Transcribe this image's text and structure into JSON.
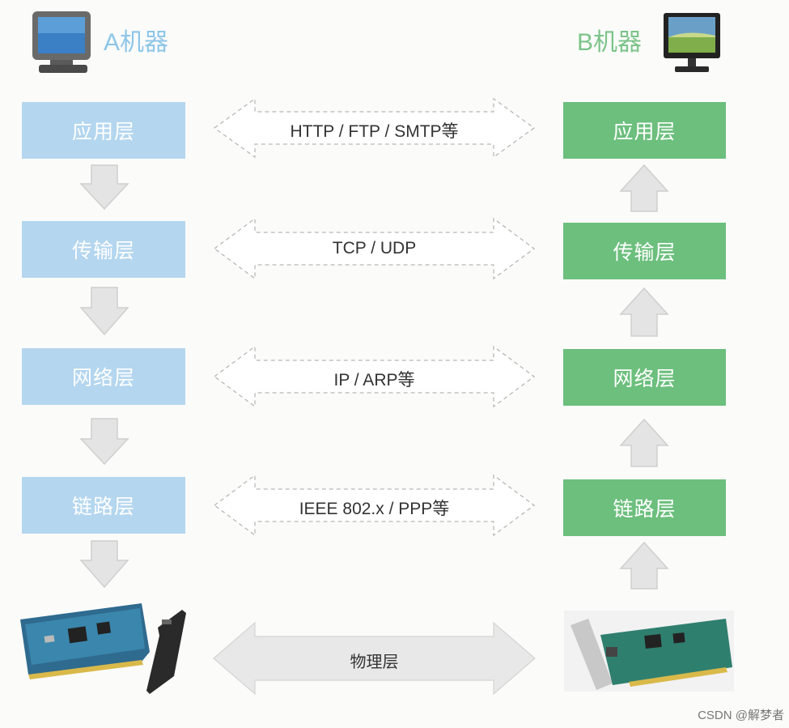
{
  "machines": {
    "a": {
      "title": "A机器",
      "color": "#8ec6e8",
      "icon": "crt-monitor-icon"
    },
    "b": {
      "title": "B机器",
      "color": "#7cc48a",
      "icon": "lcd-monitor-icon"
    }
  },
  "layers_a": [
    {
      "label": "应用层"
    },
    {
      "label": "传输层"
    },
    {
      "label": "网络层"
    },
    {
      "label": "链路层"
    }
  ],
  "layers_b": [
    {
      "label": "应用层"
    },
    {
      "label": "传输层"
    },
    {
      "label": "网络层"
    },
    {
      "label": "链路层"
    }
  ],
  "protocols": [
    {
      "label": "HTTP / FTP / SMTP等"
    },
    {
      "label": "TCP / UDP"
    },
    {
      "label": "IP / ARP等"
    },
    {
      "label": "IEEE 802.x / PPP等"
    }
  ],
  "physical": {
    "label": "物理层",
    "icon_a": "network-card-icon",
    "icon_b": "network-card-icon"
  },
  "footer": {
    "watermark": "CSDN @解梦者"
  },
  "colors": {
    "layer_a": "#b4d6ef",
    "layer_b": "#6cbf7d",
    "arrow_fill": "#e6e6e6",
    "arrow_stroke": "#c8c8c8"
  }
}
